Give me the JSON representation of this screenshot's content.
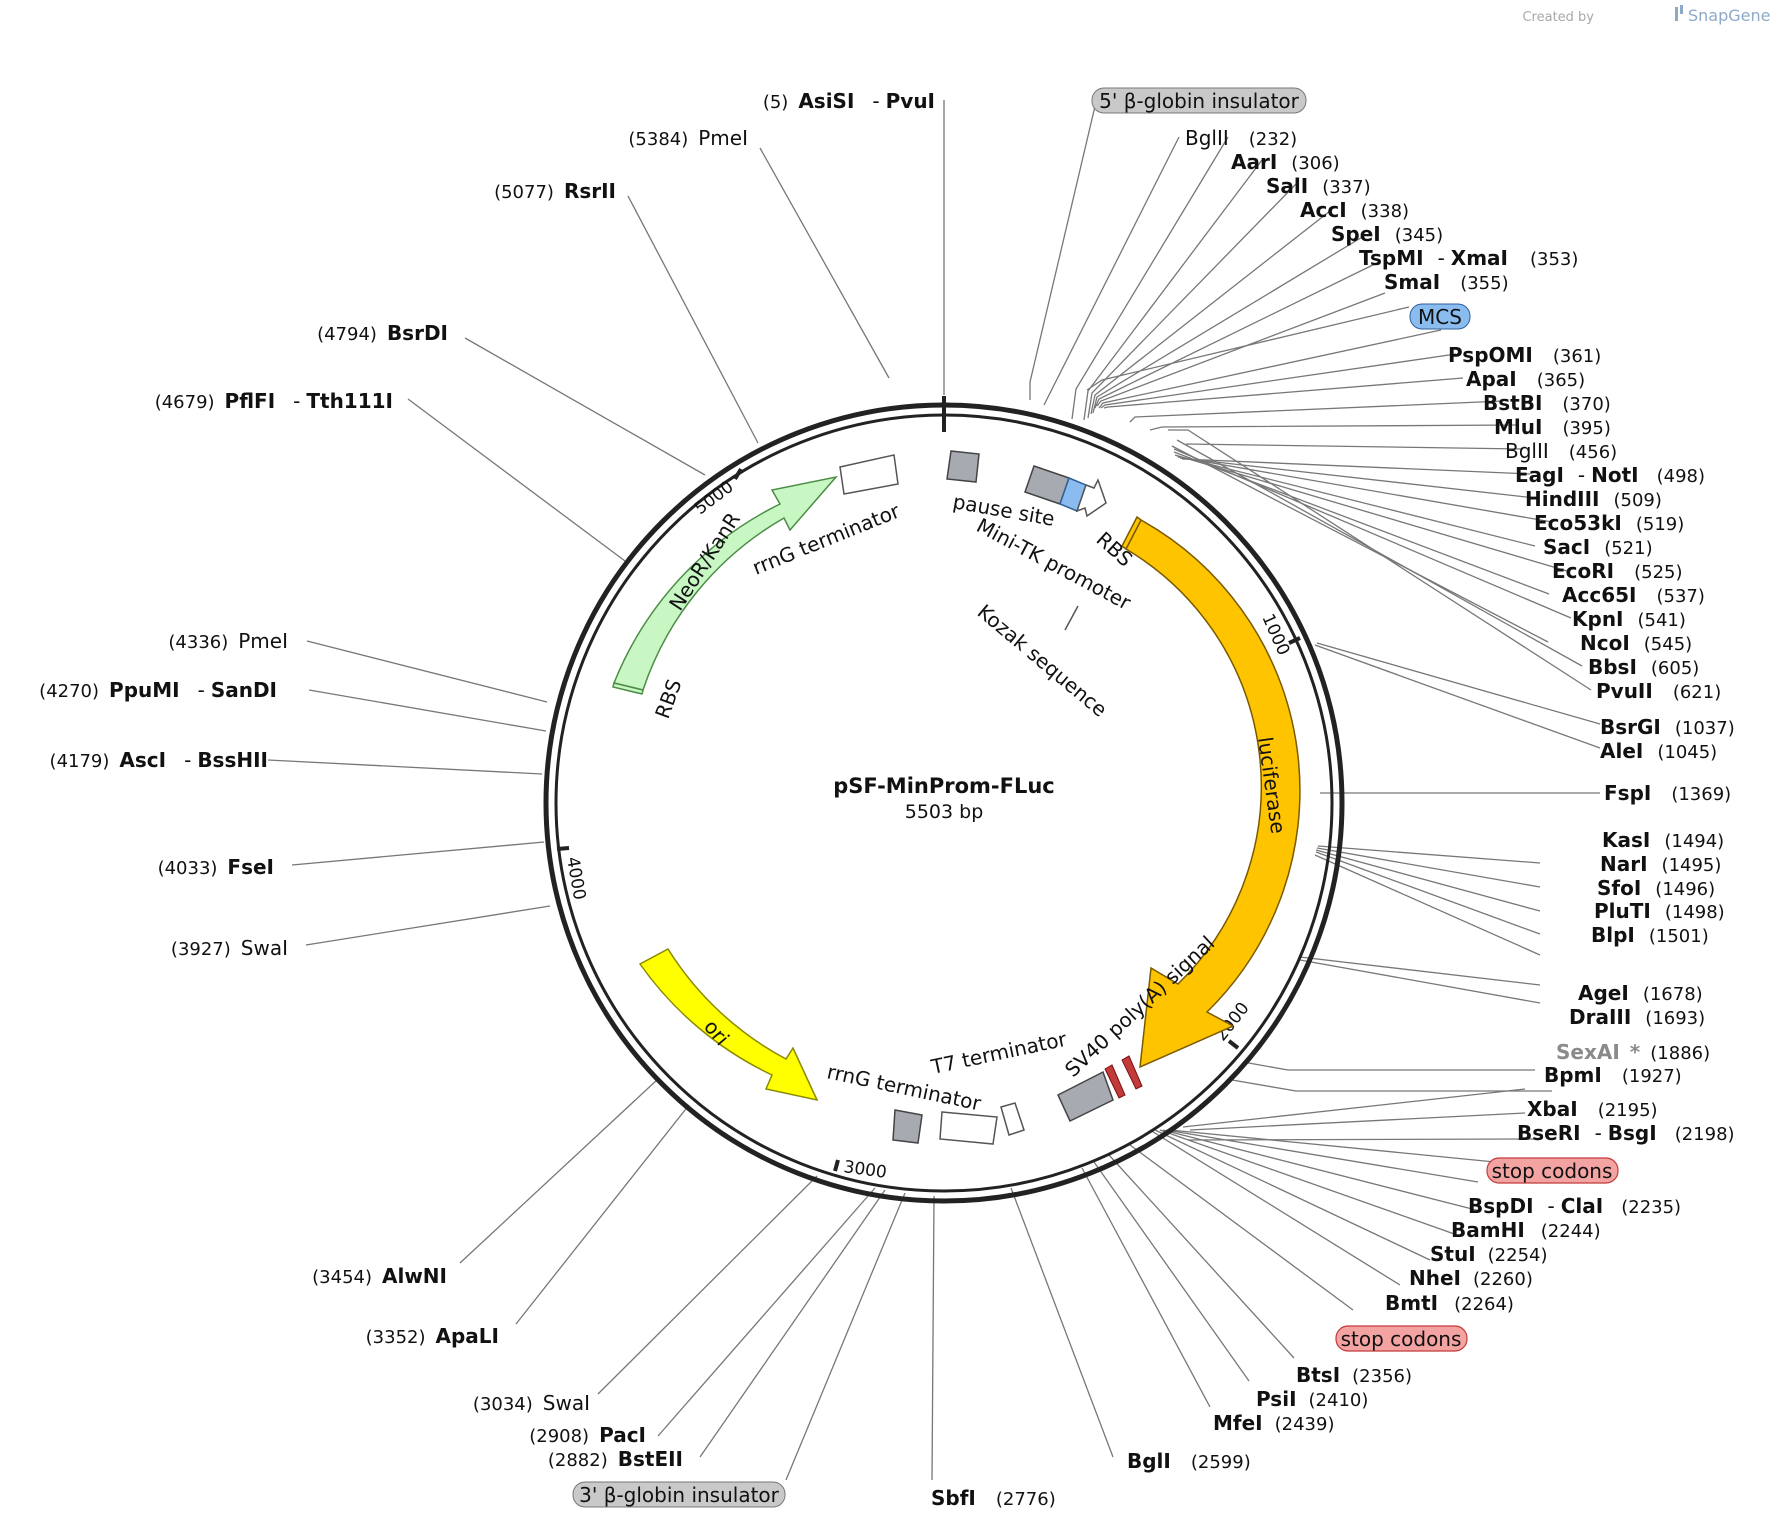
{
  "credit": {
    "prefix": "Created by",
    "brand": "SnapGene"
  },
  "map": {
    "name": "pSF-MinProm-FLuc",
    "length": "5503 bp",
    "ticks": [
      "1000",
      "2000",
      "3000",
      "4000",
      "5000"
    ]
  },
  "colors": {
    "luciferase": "#ffc400",
    "neo": "#c8f7c4",
    "ori": "#ffff00",
    "gray_feature": "#a7aab0",
    "mcs": "#8bbcf0",
    "stop": "#f4a3a3",
    "insulator": "#c9c9c9"
  },
  "features": {
    "luciferase": "luciferase",
    "neo": "NeoR/KanR",
    "ori": "ori",
    "rbs_top": "RBS",
    "rbs_left": "RBS",
    "rrng_top": "rrnG terminator",
    "rrng_bottom": "rrnG terminator",
    "pause": "pause site",
    "minitk": "Mini-TK promoter",
    "kozak": "Kozak sequence",
    "t7": "T7 terminator",
    "sv40": "SV40 poly(A) signal"
  },
  "boxes": {
    "insulator5": "5' β-globin insulator",
    "mcs": "MCS",
    "stop1": "stop codons",
    "stop2": "stop codons",
    "insulator3": "3' β-globin insulator"
  },
  "sites": {
    "asisi": {
      "num": "(5)",
      "name": "AsiSI",
      "alt": "PvuI"
    },
    "pmei1": {
      "num": "(5384)",
      "name": "PmeI"
    },
    "rsrii": {
      "num": "(5077)",
      "name": "RsrII"
    },
    "bsrdi": {
      "num": "(4794)",
      "name": "BsrDI"
    },
    "pflfi": {
      "num": "(4679)",
      "name": "PflFI",
      "alt": "Tth111I"
    },
    "pmei2": {
      "num": "(4336)",
      "name": "PmeI"
    },
    "ppumi": {
      "num": "(4270)",
      "name": "PpuMI",
      "alt": "SanDI"
    },
    "asci": {
      "num": "(4179)",
      "name": "AscI",
      "alt": "BssHII"
    },
    "fsei": {
      "num": "(4033)",
      "name": "FseI"
    },
    "swai1": {
      "num": "(3927)",
      "name": "SwaI"
    },
    "alwni": {
      "num": "(3454)",
      "name": "AlwNI"
    },
    "apali": {
      "num": "(3352)",
      "name": "ApaLI"
    },
    "swai2": {
      "num": "(3034)",
      "name": "SwaI"
    },
    "paci": {
      "num": "(2908)",
      "name": "PacI"
    },
    "bsteii": {
      "num": "(2882)",
      "name": "BstEII"
    },
    "sbfi": {
      "name": "SbfI",
      "num": "(2776)"
    },
    "bgli": {
      "name": "BglI",
      "num": "(2599)"
    },
    "mfei": {
      "name": "MfeI",
      "num": "(2439)"
    },
    "psii": {
      "name": "PsiI",
      "num": "(2410)"
    },
    "btsi": {
      "name": "BtsI",
      "num": "(2356)"
    },
    "bmti": {
      "name": "BmtI",
      "num": "(2264)"
    },
    "nhei": {
      "name": "NheI",
      "num": "(2260)"
    },
    "stui": {
      "name": "StuI",
      "num": "(2254)"
    },
    "bamhi": {
      "name": "BamHI",
      "num": "(2244)"
    },
    "bspdi": {
      "name": "BspDI",
      "alt": "ClaI",
      "num": "(2235)"
    },
    "bseri": {
      "name": "BseRI",
      "alt": "BsgI",
      "num": "(2198)"
    },
    "xbai": {
      "name": "XbaI",
      "num": "(2195)"
    },
    "bpmi": {
      "name": "BpmI",
      "num": "(1927)"
    },
    "sexai": {
      "name": "SexAI",
      "star": "*",
      "num": "(1886)"
    },
    "draiii": {
      "name": "DraIII",
      "num": "(1693)"
    },
    "agei": {
      "name": "AgeI",
      "num": "(1678)"
    },
    "blpi": {
      "name": "BlpI",
      "num": "(1501)"
    },
    "pluti": {
      "name": "PluTI",
      "num": "(1498)"
    },
    "sfoi": {
      "name": "SfoI",
      "num": "(1496)"
    },
    "nari": {
      "name": "NarI",
      "num": "(1495)"
    },
    "kasi": {
      "name": "KasI",
      "num": "(1494)"
    },
    "fspi": {
      "name": "FspI",
      "num": "(1369)"
    },
    "alei": {
      "name": "AleI",
      "num": "(1045)"
    },
    "bsrgi": {
      "name": "BsrGI",
      "num": "(1037)"
    },
    "pvuii": {
      "name": "PvuII",
      "num": "(621)"
    },
    "bbsi": {
      "name": "BbsI",
      "num": "(605)"
    },
    "ncoi": {
      "name": "NcoI",
      "num": "(545)"
    },
    "kpni": {
      "name": "KpnI",
      "num": "(541)"
    },
    "acc65i": {
      "name": "Acc65I",
      "num": "(537)"
    },
    "ecori": {
      "name": "EcoRI",
      "num": "(525)"
    },
    "saci": {
      "name": "SacI",
      "num": "(521)"
    },
    "eco53ki": {
      "name": "Eco53kI",
      "num": "(519)"
    },
    "hindiii": {
      "name": "HindIII",
      "num": "(509)"
    },
    "eagi": {
      "name": "EagI",
      "alt": "NotI",
      "num": "(498)"
    },
    "bglii2": {
      "name": "BglII",
      "num": "(456)"
    },
    "mlui": {
      "name": "MluI",
      "num": "(395)"
    },
    "bstbi": {
      "name": "BstBI",
      "num": "(370)"
    },
    "apai": {
      "name": "ApaI",
      "num": "(365)"
    },
    "pspomi": {
      "name": "PspOMI",
      "num": "(361)"
    },
    "smai": {
      "name": "SmaI",
      "num": "(355)"
    },
    "tspmi": {
      "name": "TspMI",
      "alt": "XmaI",
      "num": "(353)"
    },
    "spei": {
      "name": "SpeI",
      "num": "(345)"
    },
    "acci": {
      "name": "AccI",
      "num": "(338)"
    },
    "sali": {
      "name": "SalI",
      "num": "(337)"
    },
    "aari": {
      "name": "AarI",
      "num": "(306)"
    },
    "bglii1": {
      "name": "BglII",
      "num": "(232)"
    }
  }
}
